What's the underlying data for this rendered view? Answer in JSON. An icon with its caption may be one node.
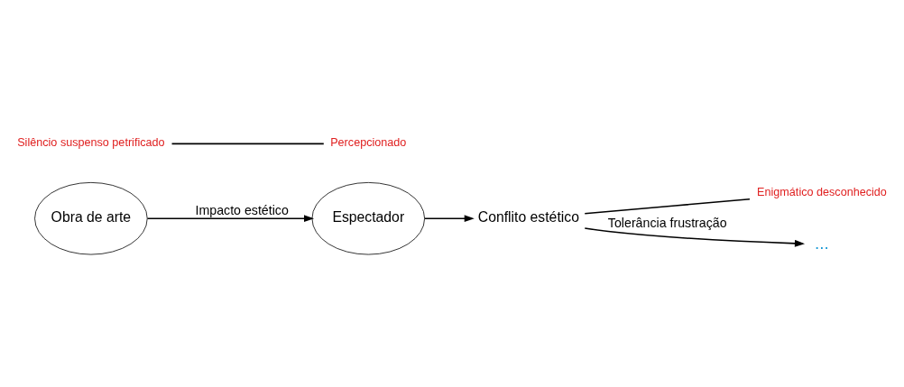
{
  "diagram": {
    "nodes": [
      {
        "text": [
          "Conflito estético"
        ]
      },
      {
        "text": [
          "Silêncio suspenso petrificado"
        ]
      },
      {
        "text": [
          "Espectador"
        ]
      },
      {
        "text": [
          "Enigmático desconhecido"
        ]
      },
      {
        "text": [
          "Obra de arte"
        ]
      },
      {
        "text": [
          "Percepcionado"
        ]
      },
      {
        "text": [
          "..."
        ]
      }
    ],
    "edges": [
      {
        "from": 2,
        "to": 0,
        "arrow": "to"
      },
      {
        "from": 0,
        "to": 3,
        "arrow": "none"
      },
      {
        "from": 1,
        "to": 5,
        "arrow": "none"
      },
      {
        "from": 4,
        "to": 2,
        "arrow": "to",
        "label": "Impacto estético"
      },
      {
        "from": 0,
        "to": 6,
        "arrow": "to",
        "label": "Tolerância frustração"
      }
    ]
  }
}
